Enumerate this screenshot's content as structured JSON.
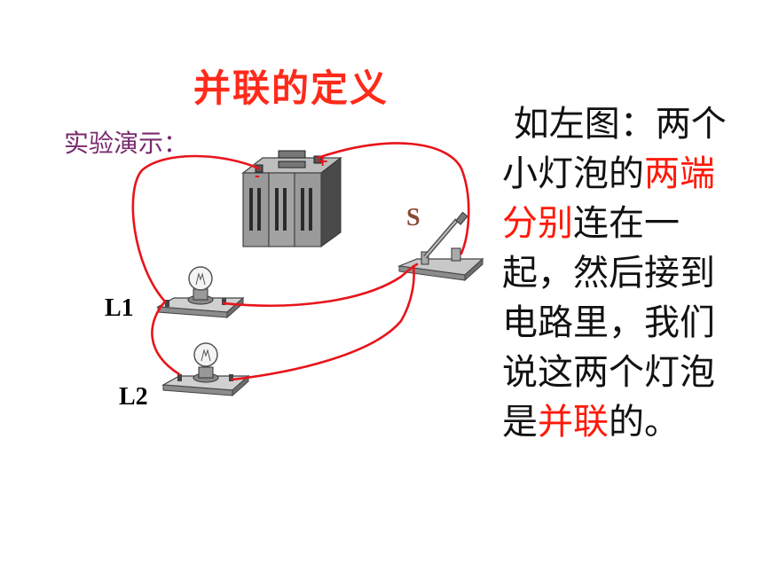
{
  "title": "并联的定义",
  "subtitle": "实验演示：",
  "labels": {
    "switch": "S",
    "lamp1": "L1",
    "lamp2": "L2"
  },
  "battery_signs": {
    "negative": "-",
    "positive": "+"
  },
  "description": {
    "p1": "如左图：两个小灯泡的",
    "p2": "两端分别",
    "p3": "连在一起，然后接到电路里，我们说这两个灯泡是",
    "p4": "并联",
    "p5": "的。"
  },
  "colors": {
    "title": "#ff2a1a",
    "wire": "#e8141a",
    "highlight": "#ff1a0a",
    "subtitle": "#7a2a6e"
  }
}
